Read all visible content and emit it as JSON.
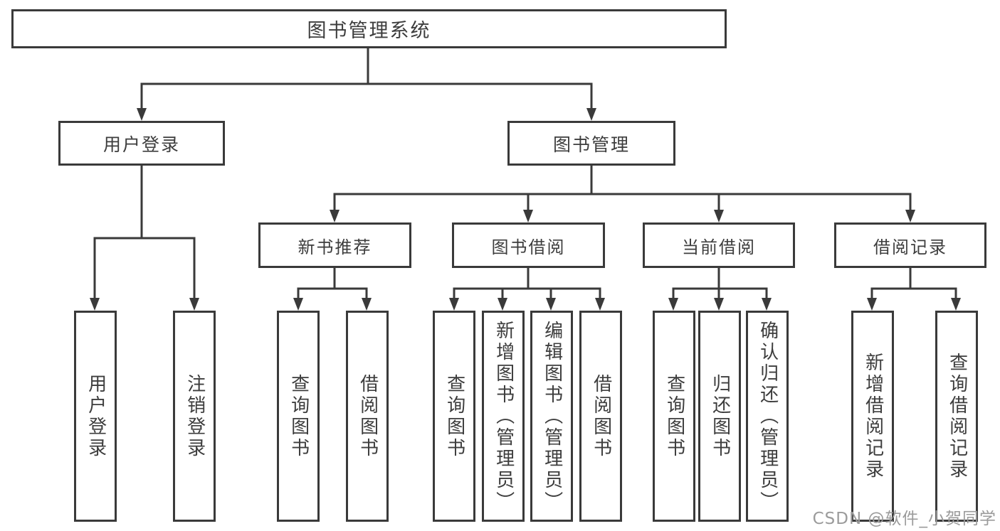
{
  "diagram": {
    "title": "图书管理系统",
    "watermark": "CSDN @软件_小贺同学",
    "colors": {
      "line": "#3a3a3a",
      "box_border": "#3a3a3a",
      "text": "#3d3d3d",
      "background": "#ffffff",
      "watermark_text": "#9b9b9b"
    },
    "nodes": {
      "root": "图书管理系统",
      "level2": {
        "user_login": "用户登录",
        "book_mgmt": "图书管理"
      },
      "level3": {
        "new_book_rec": "新书推荐",
        "book_borrow": "图书借阅",
        "current_borrow": "当前借阅",
        "borrow_records": "借阅记录"
      },
      "leaves": {
        "user_login": "用户登录",
        "logout": "注销登录",
        "rec_query_book": "查询图书",
        "rec_borrow_book": "借阅图书",
        "bb_query_book": "查询图书",
        "bb_add_book": "新增图书（管理员）",
        "bb_edit_book": "编辑图书（管理员）",
        "bb_borrow_book": "借阅图书",
        "cb_query_book": "查询图书",
        "cb_return_book": "归还图书",
        "cb_confirm_return": "确认归还（管理员）",
        "br_add_record": "新增借阅记录",
        "br_query_record": "查询借阅记录"
      }
    },
    "hierarchy": {
      "图书管理系统": [
        "用户登录",
        "图书管理"
      ],
      "用户登录": [
        "用户登录",
        "注销登录"
      ],
      "图书管理": [
        "新书推荐",
        "图书借阅",
        "当前借阅",
        "借阅记录"
      ],
      "新书推荐": [
        "查询图书",
        "借阅图书"
      ],
      "图书借阅": [
        "查询图书",
        "新增图书（管理员）",
        "编辑图书（管理员）",
        "借阅图书"
      ],
      "当前借阅": [
        "查询图书",
        "归还图书",
        "确认归还（管理员）"
      ],
      "借阅记录": [
        "新增借阅记录",
        "查询借阅记录"
      ]
    }
  }
}
